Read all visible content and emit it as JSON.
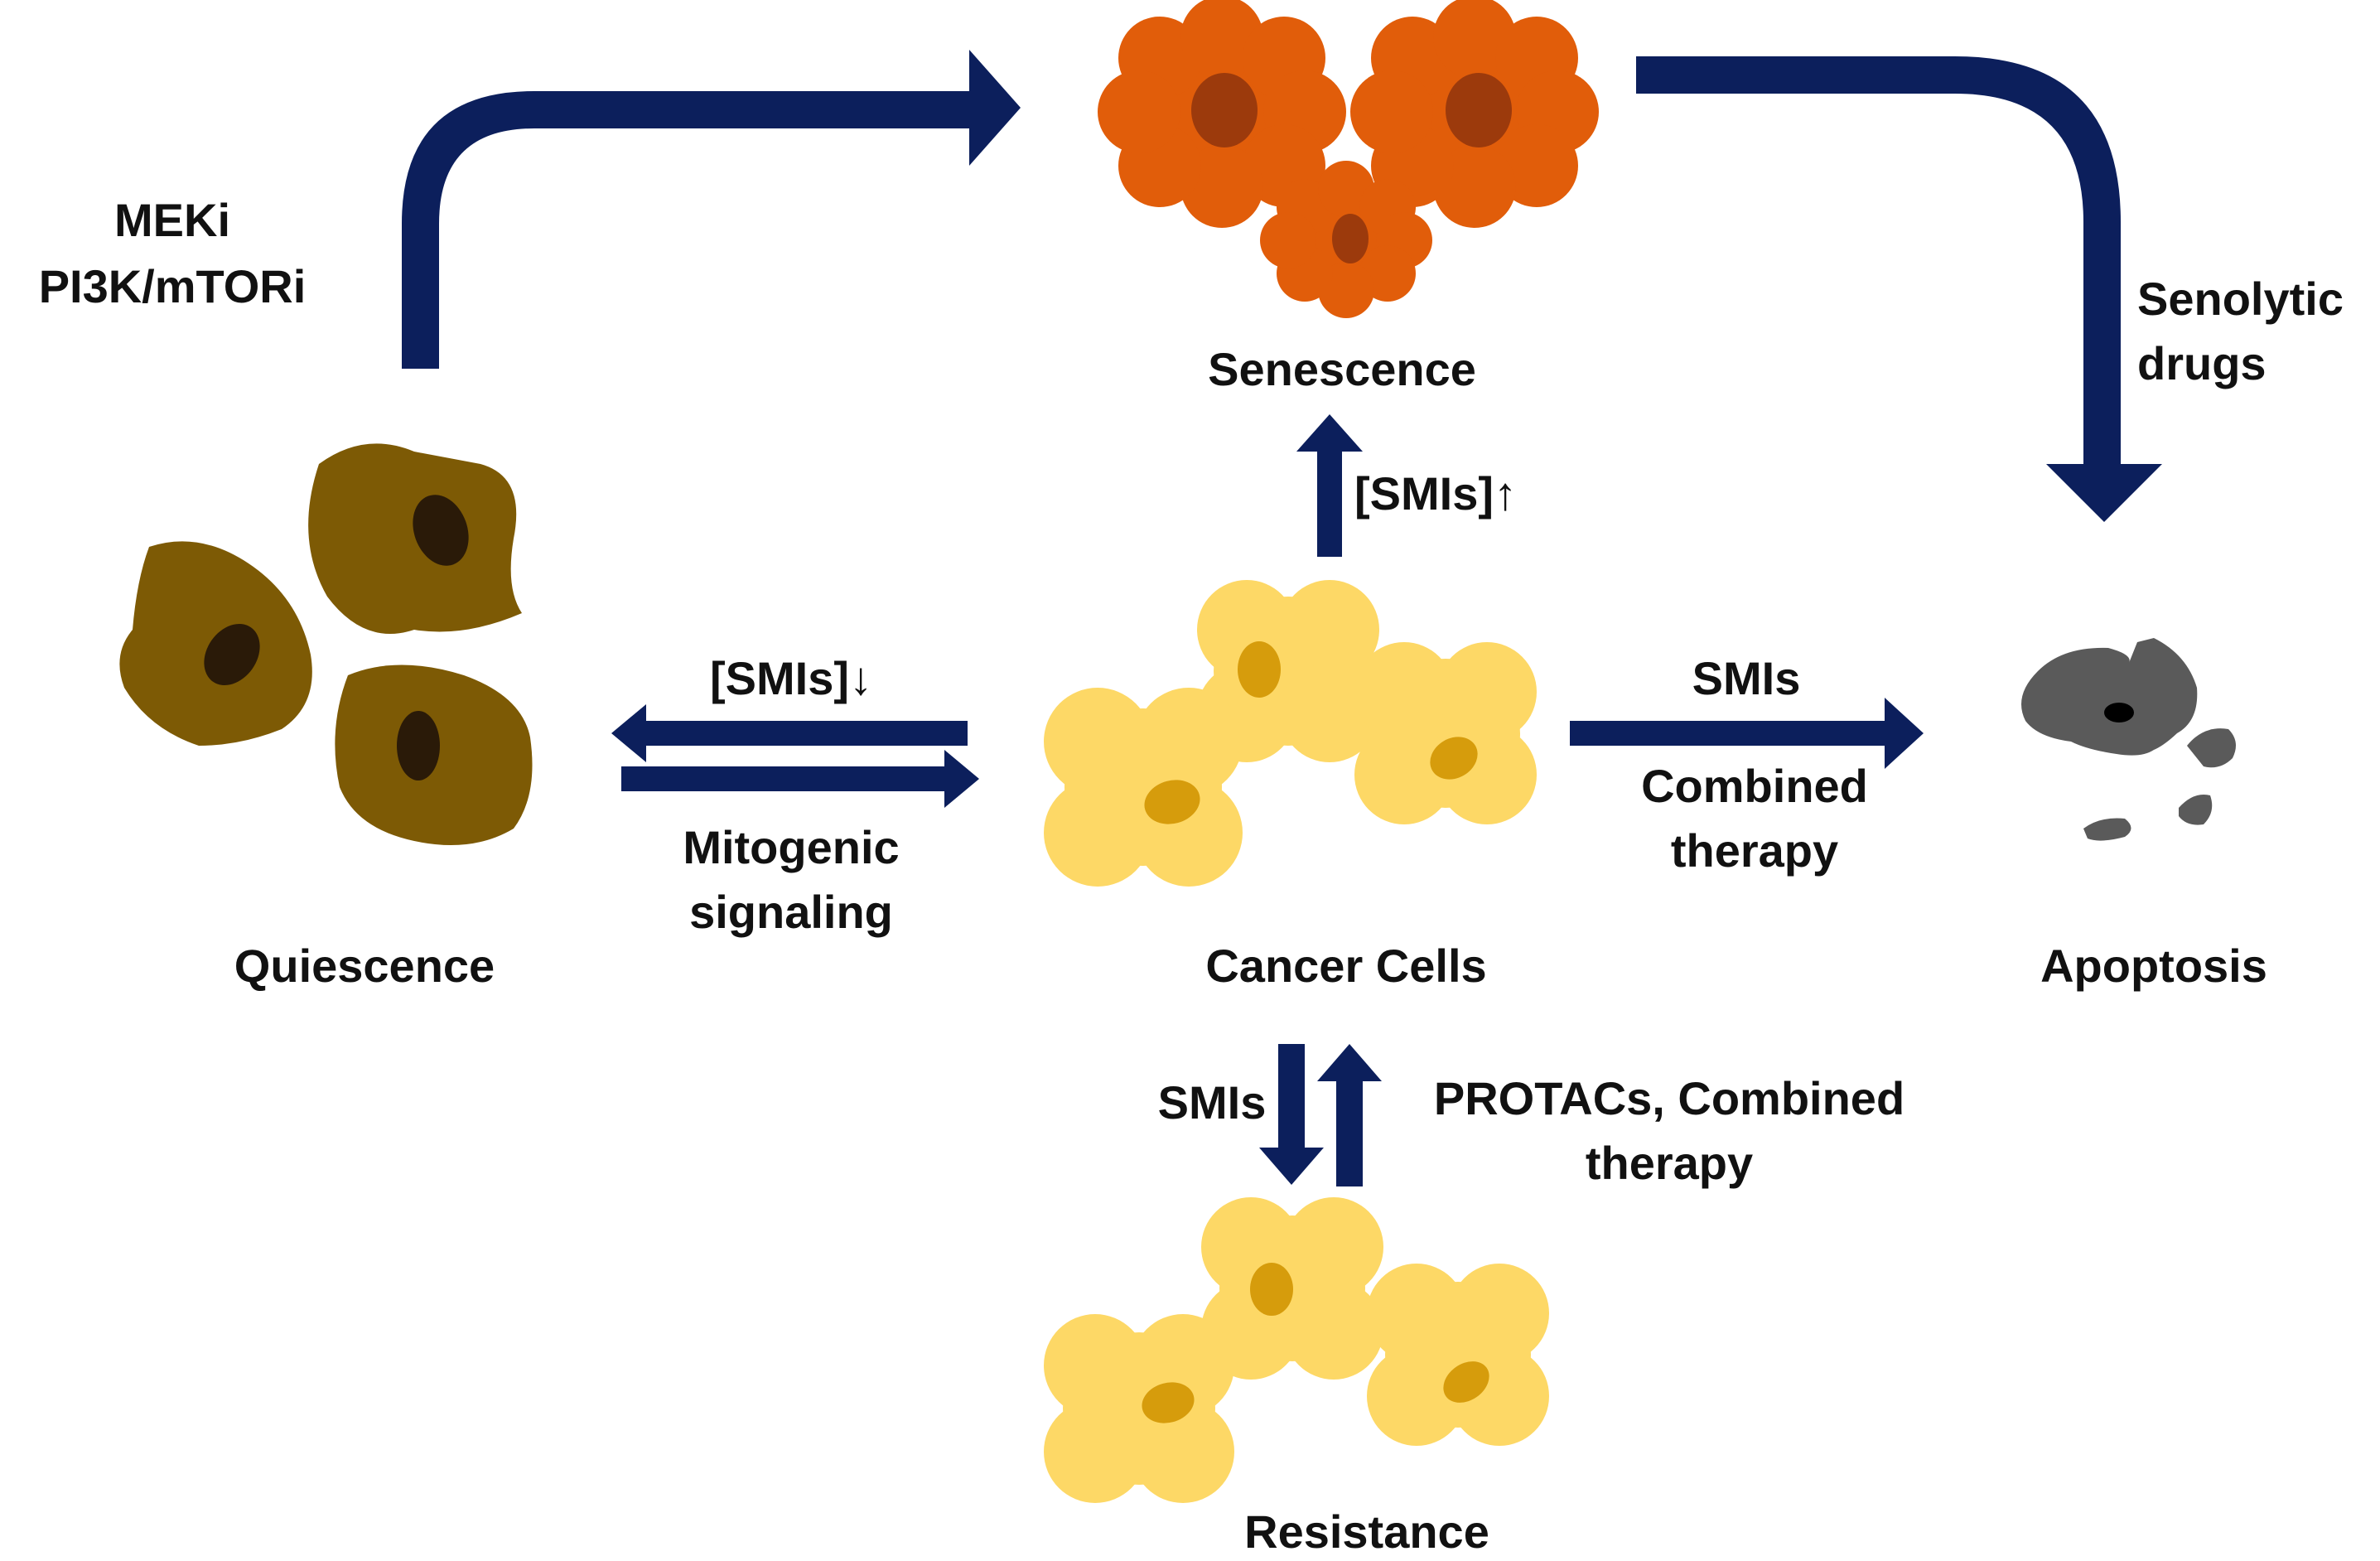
{
  "colors": {
    "arrow": "#0c1f5c",
    "quiescent_cell": "#7d5a05",
    "quiescent_nucleus": "#2a1a08",
    "senescent_cell": "#e15d0a",
    "senescent_nucleus": "#9c3a0c",
    "cancer_cell": "#fdd866",
    "cancer_nucleus": "#d69c0c",
    "apoptotic_cell": "#5a5a5a",
    "apoptotic_nucleus": "#000000"
  },
  "nodes": {
    "senescence": "Senescence",
    "quiescence": "Quiescence",
    "cancer_cells": "Cancer Cells",
    "apoptosis": "Apoptosis",
    "resistance": "Resistance"
  },
  "edges": {
    "meki": {
      "line1": "MEKi",
      "line2": "PI3K/mTORi"
    },
    "senolytic": {
      "line1": "Senolytic",
      "line2": "drugs"
    },
    "smis_up": "[SMIs]↑",
    "smis_down": "[SMIs]↓",
    "mitogenic": {
      "line1": "Mitogenic",
      "line2": "signaling"
    },
    "smis_apoptosis": "SMIs",
    "combined_therapy": {
      "line1": "Combined",
      "line2": "therapy"
    },
    "smis_resistance": "SMIs",
    "protacs": {
      "line1": "PROTACs, Combined",
      "line2": "therapy"
    }
  }
}
